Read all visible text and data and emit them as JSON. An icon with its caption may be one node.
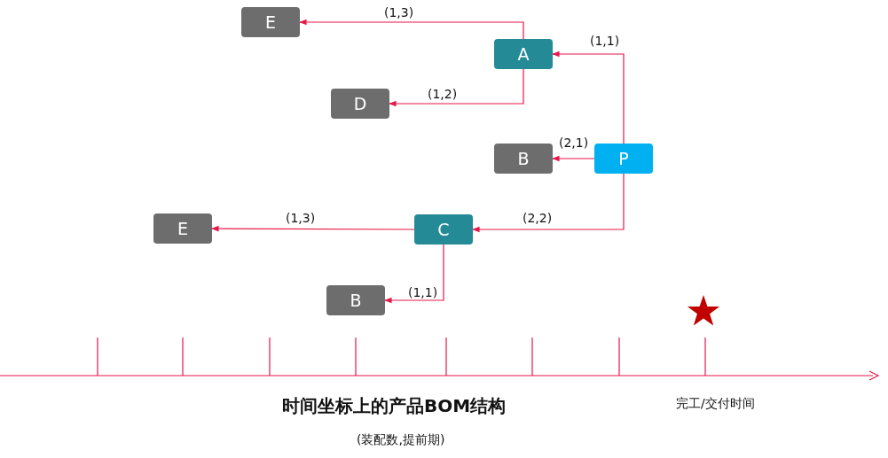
{
  "diagram": {
    "title": "时间坐标上的产品BOM结构",
    "caption": "(装配数,提前期)",
    "nodes": [
      {
        "text": [
          "E"
        ]
      },
      {
        "text": [
          "A"
        ]
      },
      {
        "text": [
          "D"
        ]
      },
      {
        "text": [
          "B"
        ]
      },
      {
        "text": [
          "P"
        ]
      },
      {
        "text": [
          "E"
        ]
      },
      {
        "text": [
          "C"
        ]
      },
      {
        "text": [
          "B"
        ]
      }
    ],
    "edges": [
      {
        "from": 1,
        "to": 0,
        "arrow": "to",
        "label": "(1,3)"
      },
      {
        "from": 4,
        "to": 1,
        "arrow": "to",
        "label": "(1,1)"
      },
      {
        "from": 1,
        "to": 2,
        "arrow": "to",
        "label": "(1,2)"
      },
      {
        "from": 4,
        "to": 3,
        "arrow": "to",
        "label": "(2,1)"
      },
      {
        "from": 6,
        "to": 5,
        "arrow": "to",
        "label": "(1,3)"
      },
      {
        "from": 4,
        "to": 6,
        "arrow": "to",
        "label": "(2,2)"
      },
      {
        "from": 6,
        "to": 7,
        "arrow": "to",
        "label": "(1,1)"
      }
    ],
    "labels": [
      "完工/交付时间"
    ]
  }
}
